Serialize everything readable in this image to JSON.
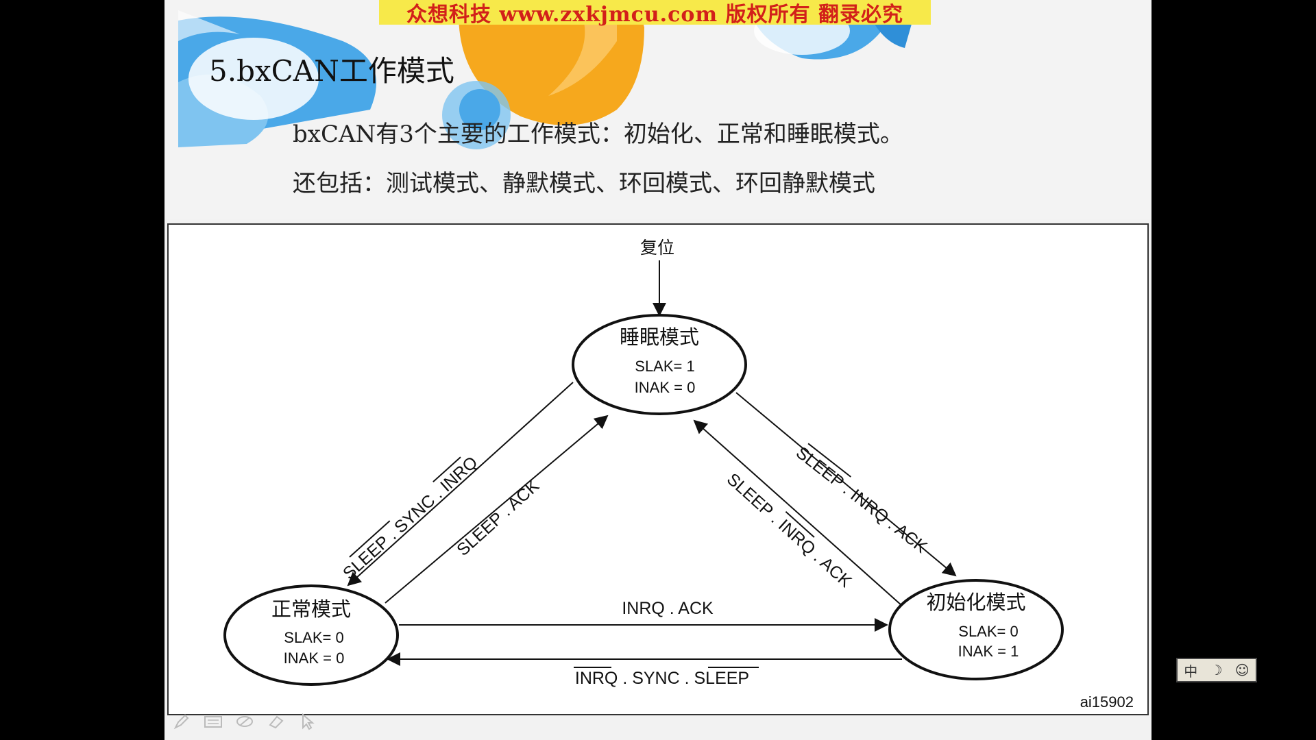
{
  "banner": {
    "text": "众想科技 www.zxkjmcu.com 版权所有 翻录必究"
  },
  "slide": {
    "title": "5.bxCAN工作模式",
    "line1": "bxCAN有3个主要的工作模式：初始化、正常和睡眠模式。",
    "line2": "还包括：测试模式、静默模式、环回模式、环回静默模式"
  },
  "diagram": {
    "reset_label": "复位",
    "figure_id": "ai15902",
    "states": {
      "sleep": {
        "name": "睡眠模式",
        "line1": "SLAK= 1",
        "line2": "INAK = 0"
      },
      "normal": {
        "name": "正常模式",
        "line1": "SLAK= 0",
        "line2": "INAK = 0"
      },
      "init": {
        "name": "初始化模式",
        "line1": "SLAK= 0",
        "line2": "INAK = 1"
      }
    },
    "transitions": {
      "sleep_to_normal": "SLEEP . SYNC . INRQ",
      "normal_to_sleep": "SLEEP . ACK",
      "sleep_to_init": "SLEEP . INRQ . ACK",
      "init_to_sleep": "SLEEP . INRQ . ACK",
      "normal_to_init": "INRQ . ACK",
      "init_to_normal": "INRQ . SYNC . SLEEP"
    }
  },
  "toolbar": {
    "icons": [
      "pen-icon",
      "keyboard-icon",
      "eraser-icon",
      "marker-icon",
      "pointer-icon"
    ]
  },
  "ime": {
    "lang": "中",
    "moon": "☽",
    "user": "☺"
  }
}
